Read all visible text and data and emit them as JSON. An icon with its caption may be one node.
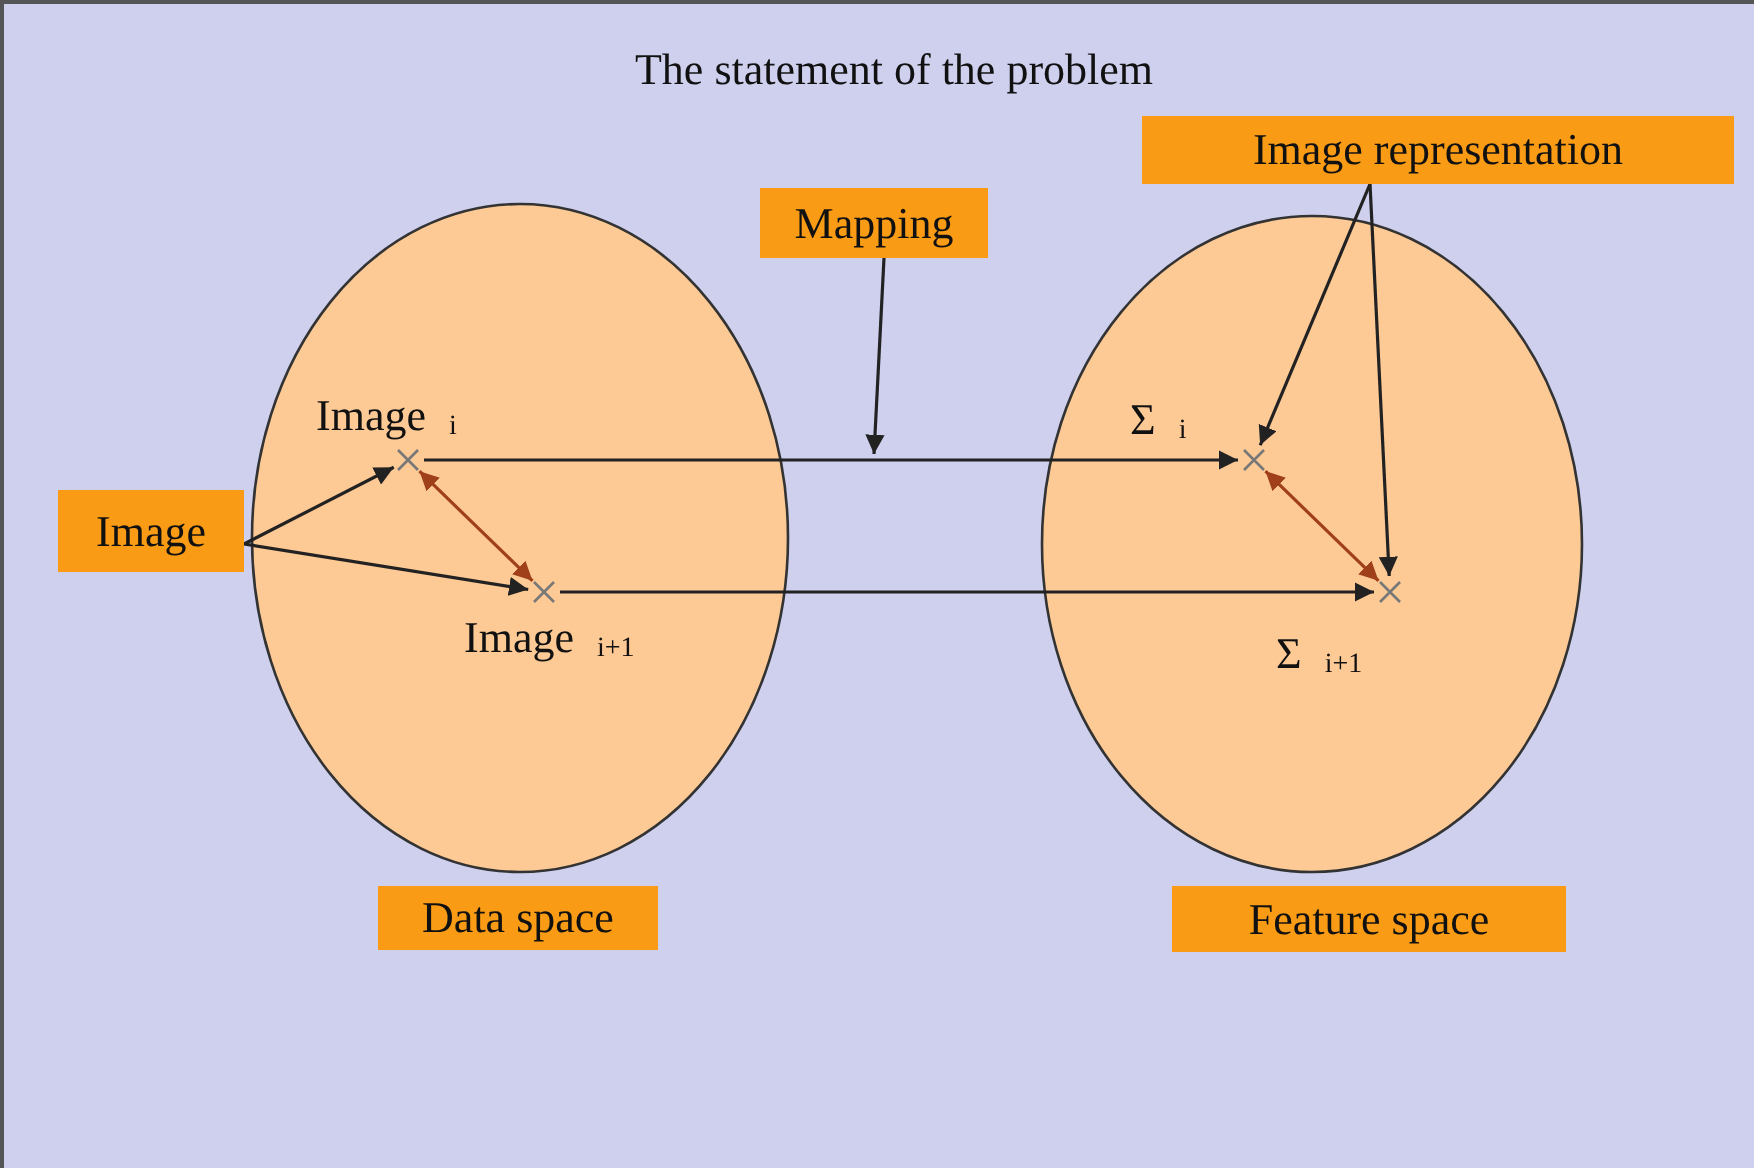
{
  "diagram": {
    "title": "The statement of the problem",
    "nodes": [
      {
        "text": [],
        "shape": "ellipse"
      },
      {
        "text": [],
        "shape": "ellipse"
      },
      {
        "text": [
          "Image"
        ]
      },
      {
        "text": [
          "Mapping"
        ]
      },
      {
        "text": [
          "Image representation"
        ]
      },
      {
        "text": [
          "Data space"
        ]
      },
      {
        "text": [
          "Feature space"
        ]
      },
      {
        "text": [
          "Image $_{i}$"
        ],
        "in": 0
      },
      {
        "text": [
          "Image $_{i+1}$"
        ],
        "in": 0
      },
      {
        "text": [
          "Σ $_{i}$"
        ],
        "in": 1
      },
      {
        "text": [
          "Σ $_{i+1}$"
        ],
        "in": 1
      }
    ],
    "edges": [
      {
        "from": 2,
        "to": 7,
        "arrow": "to"
      },
      {
        "from": 2,
        "to": 8,
        "arrow": "to"
      },
      {
        "from": 7,
        "to": 8,
        "arrow": "both",
        "color": "#a0401a"
      },
      {
        "from": 7,
        "to": 9,
        "arrow": "to"
      },
      {
        "from": 8,
        "to": 10,
        "arrow": "to"
      },
      {
        "from": 3,
        "to": null,
        "arrow": "to"
      },
      {
        "from": 4,
        "to": 9,
        "arrow": "to"
      },
      {
        "from": 4,
        "to": 10,
        "arrow": "to"
      },
      {
        "from": 9,
        "to": 10,
        "arrow": "both",
        "color": "#a0401a"
      }
    ]
  }
}
